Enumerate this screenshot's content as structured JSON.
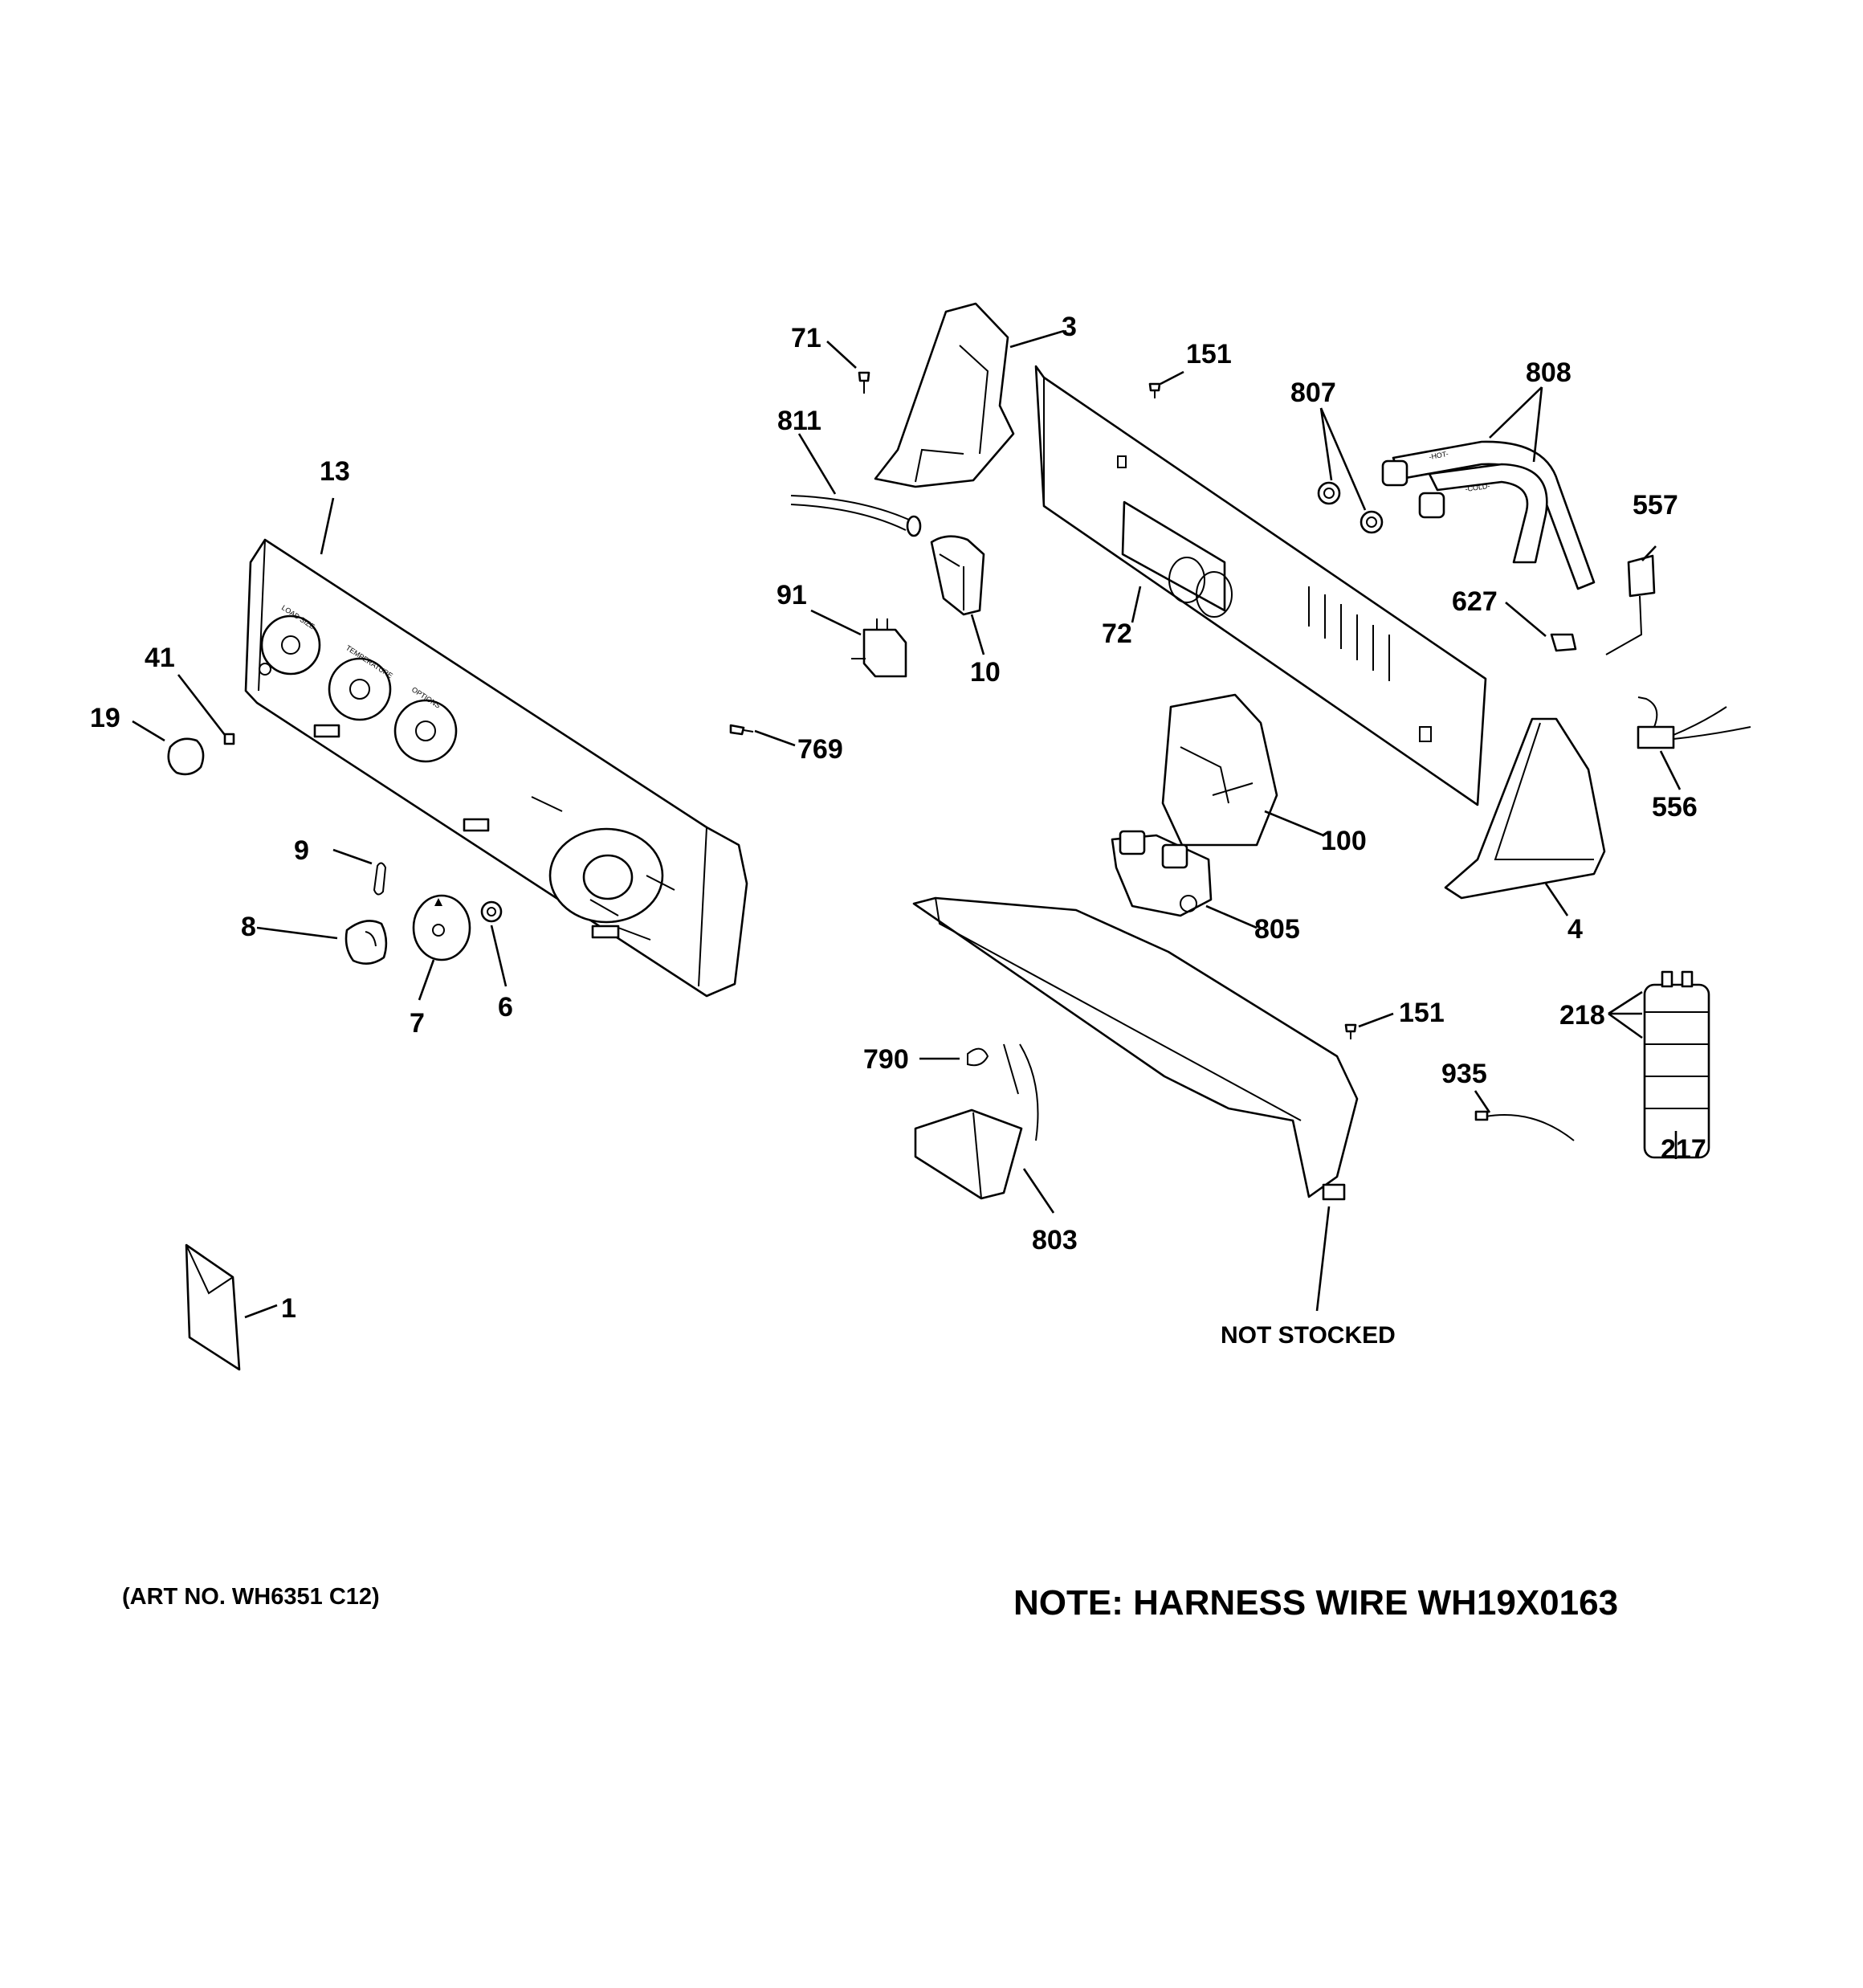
{
  "diagram": {
    "callouts": [
      "71",
      "3",
      "151",
      "807",
      "808",
      "811",
      "13",
      "91",
      "10",
      "72",
      "557",
      "627",
      "41",
      "19",
      "769",
      "556",
      "100",
      "9",
      "805",
      "4",
      "8",
      "6",
      "7",
      "151",
      "218",
      "790",
      "935",
      "217",
      "803",
      "NOT STOCKED",
      "1"
    ],
    "panel_labels": [
      "LOAD SIZE",
      "TEMPERATURE",
      "OPTIONS"
    ],
    "hose_labels": [
      "-HOT-",
      "-COLD-"
    ]
  },
  "footer": {
    "art_number": "(ART NO. WH6351 C12)",
    "note": "NOTE: HARNESS WIRE WH19X0163"
  }
}
